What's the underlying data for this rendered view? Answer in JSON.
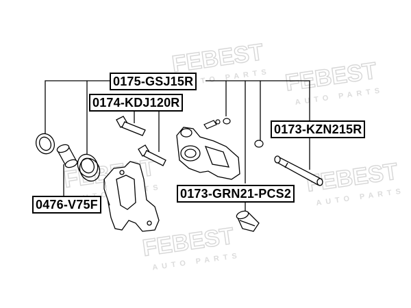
{
  "watermark": {
    "brand": "FEBEST",
    "sub": "AUTO PARTS",
    "color": "#d9d9d9"
  },
  "labels": {
    "caliper_kit": "0175-GSJ15R",
    "bolt_kit": "0174-KDJ120R",
    "guide_pin": "0173-KZN215R",
    "pin_boot": "0173-GRN21-PCS2",
    "piston": "0476-V75F"
  }
}
